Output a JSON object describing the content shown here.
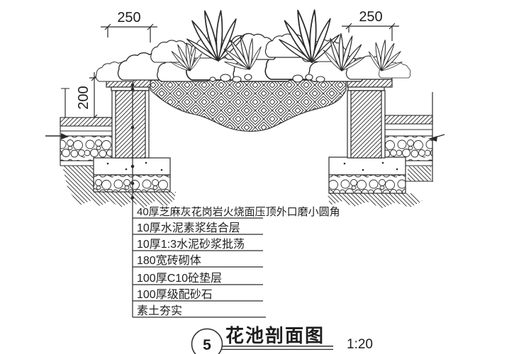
{
  "dimensions": {
    "top_left": "250",
    "top_right": "250",
    "height_left": "200"
  },
  "annotations": {
    "items": [
      "40厚芝麻灰花岗岩火烧面压顶外口磨小圆角",
      "10厚水泥素浆结合层",
      "10厚1:3水泥砂浆批荡",
      "180宽砖砌体",
      "100厚C10砼垫层",
      "100厚级配砂石",
      "素土夯实"
    ]
  },
  "titleblock": {
    "detail_number": "5",
    "title": "花池剖面图",
    "scale": "1:20"
  },
  "colors": {
    "line": "#2a2a2a",
    "background": "#ffffff"
  }
}
